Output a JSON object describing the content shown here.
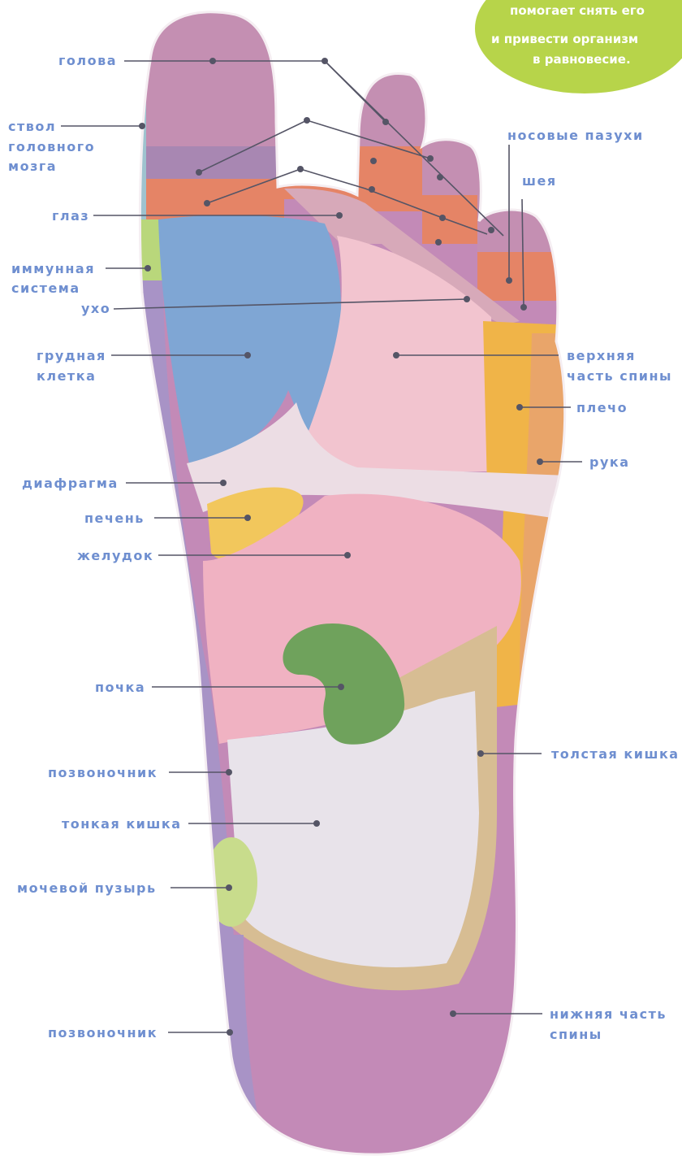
{
  "callout": {
    "lines": [
      "помогает снять его",
      "и привести организм",
      "в равновесие."
    ],
    "color": "#b7d44a"
  },
  "labels": {
    "golova": "голова",
    "stvol_1": "ствол",
    "stvol_2": "головного",
    "stvol_3": "мозга",
    "glaz": "глаз",
    "immun_1": "иммунная",
    "immun_2": "система",
    "ukho": "ухо",
    "grud_1": "грудная",
    "grud_2": "клетка",
    "diafragma": "диафрагма",
    "pechen": "печень",
    "zheludok": "желудок",
    "pochka": "почка",
    "pozvonochnik_1": "позвоночник",
    "tonkaya": "тонкая кишка",
    "puzyr": "мочевой пузырь",
    "pozvonochnik_2": "позвоночник",
    "nosovye": "носовые пазухи",
    "sheya": "шея",
    "verkh_1": "верхняя",
    "verkh_2": "часть спины",
    "plecho": "плечо",
    "ruka": "рука",
    "tolstaya": "толстая кишка",
    "nizh_1": "нижняя часть",
    "nizh_2": "спины"
  },
  "colors": {
    "label_text": "#6f8fd0",
    "leader_line": "#555566",
    "head_zone": "#c48fb2",
    "spine_zone": "#a893c6",
    "chest_zone": "#7fa6d4",
    "upper_back_zone": "#f2c4cf",
    "shoulder_zone": "#f0b448",
    "liver_zone": "#f2c75c",
    "stomach_zone": "#f0b2c2",
    "kidney_zone": "#6fa25c",
    "small_intestine_zone": "#e8e3ea",
    "colon_zone": "#d7bd93",
    "bladder_zone": "#c8dc8c",
    "lower_back_zone": "#c38ab7",
    "immune_zone": "#b9d77b",
    "sinus_zone": "#e58466"
  }
}
